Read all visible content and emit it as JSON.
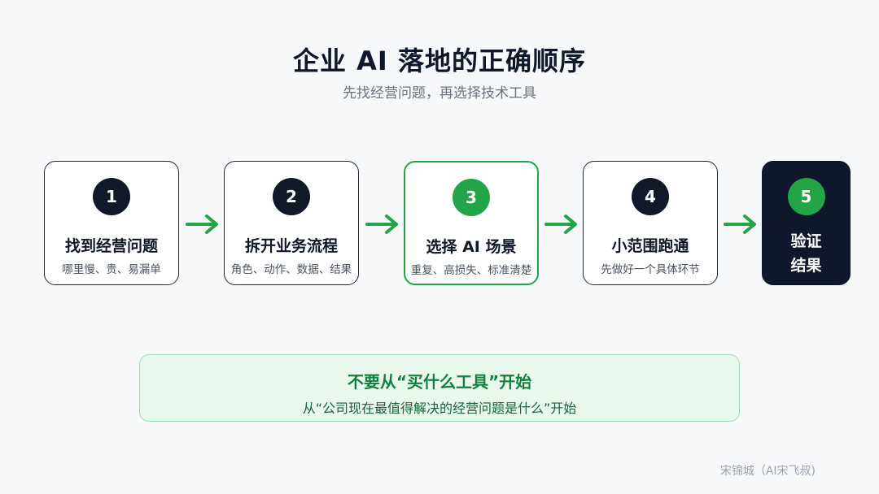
{
  "header": {
    "title": "企业 AI 落地的正确顺序",
    "subtitle": "先找经营问题，再选择技术工具"
  },
  "steps": [
    {
      "number": "1",
      "title": "找到经营问题",
      "desc": "哪里慢、贵、易漏单"
    },
    {
      "number": "2",
      "title": "拆开业务流程",
      "desc": "角色、动作、数据、结果"
    },
    {
      "number": "3",
      "title": "选择 AI 场景",
      "desc": "重复、高损失、标准清楚"
    },
    {
      "number": "4",
      "title": "小范围跑通",
      "desc": "先做好一个具体环节"
    },
    {
      "number": "5",
      "title_line1": "验证",
      "title_line2": "结果"
    }
  ],
  "callout": {
    "title": "不要从“买什么工具”开始",
    "desc": "从“公司现在最值得解决的经营问题是什么”开始"
  },
  "footer": {
    "credit": "宋锦城（AI宋飞叔)"
  },
  "colors": {
    "accent_green": "#22a447",
    "dark_navy": "#0f172a",
    "callout_bg": "#e9f8ed",
    "background": "#f7f8f9"
  },
  "icons": {
    "connector": "right-arrow-icon"
  }
}
